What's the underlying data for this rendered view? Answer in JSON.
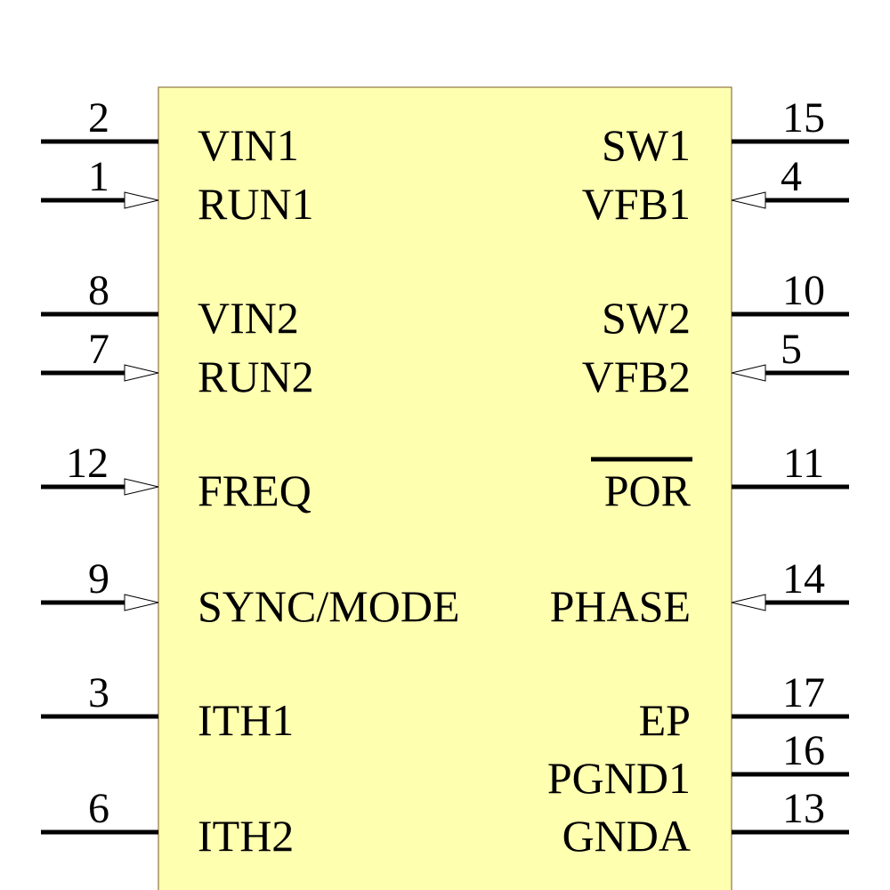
{
  "colors": {
    "body_fill": "#ffffb0",
    "body_stroke": "#7a5a2a",
    "pin_line": "#000000",
    "arrow_fill": "#ffffff",
    "text": "#000000",
    "background": "#ffffff"
  },
  "pins": {
    "left": [
      {
        "number": "2",
        "name": "VIN1",
        "type": "power"
      },
      {
        "number": "1",
        "name": "RUN1",
        "type": "input"
      },
      {
        "number": "8",
        "name": "VIN2",
        "type": "power"
      },
      {
        "number": "7",
        "name": "RUN2",
        "type": "input"
      },
      {
        "number": "12",
        "name": "FREQ",
        "type": "input"
      },
      {
        "number": "9",
        "name": "SYNC/MODE",
        "type": "input"
      },
      {
        "number": "3",
        "name": "ITH1",
        "type": "passive"
      },
      {
        "number": "6",
        "name": "ITH2",
        "type": "passive"
      }
    ],
    "right": [
      {
        "number": "15",
        "name": "SW1",
        "type": "power"
      },
      {
        "number": "4",
        "name": "VFB1",
        "type": "input"
      },
      {
        "number": "10",
        "name": "SW2",
        "type": "power"
      },
      {
        "number": "5",
        "name": "VFB2",
        "type": "input"
      },
      {
        "number": "11",
        "name": "POR",
        "type": "output",
        "overbar": true
      },
      {
        "number": "14",
        "name": "PHASE",
        "type": "input"
      },
      {
        "number": "17",
        "name": "EP",
        "type": "power"
      },
      {
        "number": "16",
        "name": "PGND1",
        "type": "power"
      },
      {
        "number": "13",
        "name": "GNDA",
        "type": "power"
      }
    ]
  }
}
